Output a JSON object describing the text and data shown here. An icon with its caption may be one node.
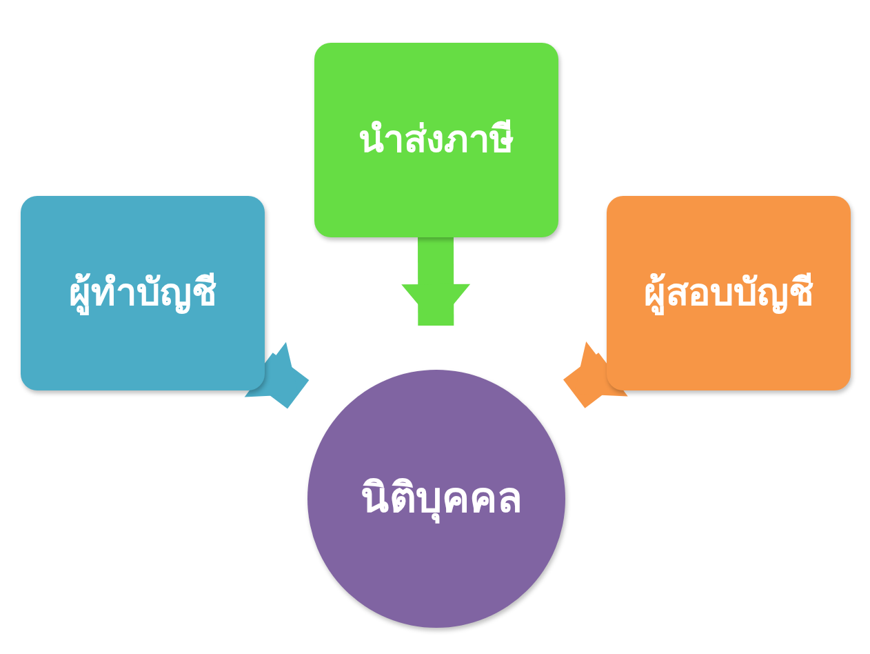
{
  "diagram": {
    "nodes": [
      {
        "text": [
          "นำส่งภาษี"
        ]
      },
      {
        "text": [
          "ผู้ทำบัญชี"
        ]
      },
      {
        "text": [
          "ผู้สอบบัญชี"
        ]
      },
      {
        "text": [
          "นิติบุคคล"
        ]
      }
    ],
    "edges": [
      {
        "from": 0,
        "to": 3,
        "arrow": "to",
        "color": "#66dd44"
      },
      {
        "from": 1,
        "to": 3,
        "arrow": "to",
        "color": "#4bacc6"
      },
      {
        "from": 2,
        "to": 3,
        "arrow": "to",
        "color": "#f79646"
      }
    ]
  }
}
